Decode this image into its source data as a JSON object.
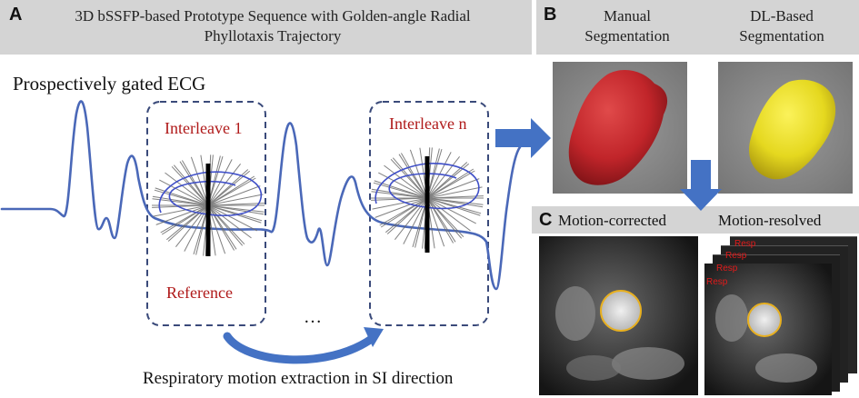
{
  "panel_a": {
    "letter": "A",
    "title_line1": "3D bSSFP-based Prototype Sequence with Golden-angle Radial",
    "title_line2": "Phyllotaxis Trajectory",
    "ecg_label": "Prospectively gated ECG",
    "interleave_1": "Interleave 1",
    "interleave_n": "Interleave n",
    "reference": "Reference",
    "ellipsis": "…",
    "caption": "Respiratory motion extraction in SI direction"
  },
  "panel_b": {
    "letter": "B",
    "manual_line1": "Manual",
    "manual_line2": "Segmentation",
    "dl_line1": "DL-Based",
    "dl_line2": "Segmentation"
  },
  "panel_c": {
    "letter": "C",
    "motion_corrected": "Motion-corrected",
    "motion_resolved": "Motion-resolved",
    "resp_labels": [
      "Resp",
      "Resp",
      "Resp",
      "Resp"
    ]
  },
  "colors": {
    "band_gray": "#d4d4d4",
    "ecg_blue": "#4a68b8",
    "arrow_blue": "#4472c4",
    "box_dash": "#3a4a7a",
    "label_red": "#b01a1a",
    "manual_segmentation": "#c8262a",
    "dl_segmentation": "#e8e023",
    "contour": "#e8b020"
  }
}
